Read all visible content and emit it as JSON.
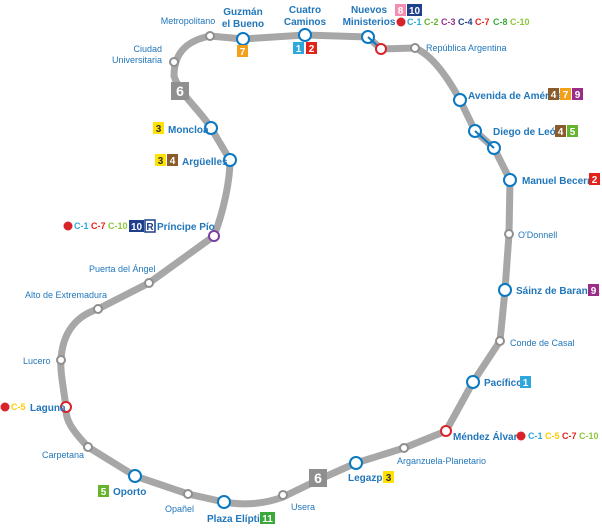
{
  "line_badge": "6",
  "colors": {
    "track": "#a7a7a7",
    "station_blue": "#1a7fc6",
    "label_blue": "#2277bb",
    "interchange": "#0a78c2",
    "cercanias_red": "#d8232a",
    "line1": "#2ea8dc",
    "line2": "#e2231a",
    "line3": "#ffe200",
    "line4": "#8a5b2c",
    "line5": "#66b32e",
    "line7": "#f5a01a",
    "line8": "#f28eb1",
    "line9": "#9b2c88",
    "line10": "#1f3f8c",
    "line11": "#3aa93a",
    "metro_ligero": "#1f3f8c"
  },
  "stations": [
    {
      "name": "Metropolitano",
      "type": "normal"
    },
    {
      "name": "Guzmán el Bueno",
      "line1": "Guzmán",
      "line2": "el Bueno",
      "type": "interchange",
      "metro": [
        "7"
      ]
    },
    {
      "name": "Cuatro Caminos",
      "line1": "Cuatro",
      "line2": "Caminos",
      "type": "interchange",
      "metro": [
        "1",
        "2"
      ]
    },
    {
      "name": "Nuevos Ministerios",
      "line1": "Nuevos",
      "line2": "Ministerios",
      "type": "interchange",
      "metro": [
        "8",
        "10"
      ],
      "cercanias": [
        "C-1",
        "C-2",
        "C-3",
        "C-4",
        "C-7",
        "C-8",
        "C-10"
      ]
    },
    {
      "name": "República Argentina",
      "type": "normal"
    },
    {
      "name": "Avenida de América",
      "type": "interchange",
      "metro": [
        "4",
        "7",
        "9"
      ]
    },
    {
      "name": "Diego de León",
      "type": "interchange",
      "metro": [
        "4",
        "5"
      ]
    },
    {
      "name": "Manuel Becerra",
      "type": "interchange",
      "metro": [
        "2"
      ]
    },
    {
      "name": "O'Donnell",
      "type": "normal"
    },
    {
      "name": "Sáinz de Baranda",
      "type": "interchange",
      "metro": [
        "9"
      ]
    },
    {
      "name": "Conde de Casal",
      "type": "normal"
    },
    {
      "name": "Pacífico",
      "type": "interchange",
      "metro": [
        "1"
      ]
    },
    {
      "name": "Méndez Álvaro",
      "type": "cercanias",
      "cercanias": [
        "C-1",
        "C-5",
        "C-7",
        "C-10"
      ]
    },
    {
      "name": "Arganzuela-Planetario",
      "type": "normal"
    },
    {
      "name": "Legazpi",
      "type": "interchange",
      "metro": [
        "3"
      ]
    },
    {
      "name": "Usera",
      "type": "normal"
    },
    {
      "name": "Plaza Elíptica",
      "type": "interchange",
      "metro": [
        "11"
      ]
    },
    {
      "name": "Opañel",
      "type": "normal"
    },
    {
      "name": "Oporto",
      "type": "interchange",
      "metro": [
        "5"
      ]
    },
    {
      "name": "Carpetana",
      "type": "normal"
    },
    {
      "name": "Laguna",
      "type": "cercanias",
      "cercanias": [
        "C-5"
      ]
    },
    {
      "name": "Lucero",
      "type": "normal"
    },
    {
      "name": "Alto de Extremadura",
      "type": "normal"
    },
    {
      "name": "Puerta del Ángel",
      "type": "normal"
    },
    {
      "name": "Príncipe Pío",
      "type": "interchange",
      "metro": [
        "10",
        "R"
      ],
      "cercanias": [
        "C-1",
        "C-7",
        "C-10"
      ]
    },
    {
      "name": "Argüelles",
      "type": "interchange",
      "metro": [
        "3",
        "4"
      ]
    },
    {
      "name": "Moncloa",
      "type": "interchange",
      "metro": [
        "3"
      ]
    },
    {
      "name": "Ciudad Universitaria",
      "line1": "Ciudad",
      "line2": "Universitaria",
      "type": "normal"
    }
  ]
}
